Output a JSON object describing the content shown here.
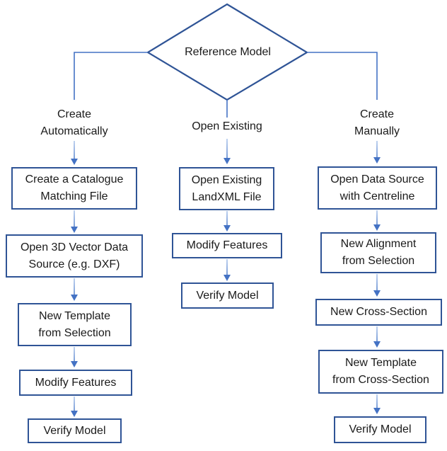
{
  "colors": {
    "shape_border": "#2F5496",
    "connector": "#4472C4",
    "arrow_head": "#4472C4",
    "arrow_stem_light": "#AFC7EC",
    "arrow_stem_dark": "#5B86CE",
    "text": "#1A1A1A",
    "background": "#FFFFFF"
  },
  "flowchart": {
    "decision": {
      "label": "Reference Model"
    },
    "branches": [
      {
        "label": "Create\nAutomatically",
        "steps": [
          "Create a Catalogue\nMatching File",
          "Open 3D Vector Data\nSource (e.g. DXF)",
          "New Template\nfrom Selection",
          "Modify Features",
          "Verify Model"
        ]
      },
      {
        "label": "Open Existing",
        "steps": [
          "Open Existing\nLandXML File",
          "Modify Features",
          "Verify Model"
        ]
      },
      {
        "label": "Create\nManually",
        "steps": [
          "Open Data Source\nwith Centreline",
          "New Alignment\nfrom Selection",
          "New Cross-Section",
          "New Template\nfrom Cross-Section",
          "Verify Model"
        ]
      }
    ]
  }
}
